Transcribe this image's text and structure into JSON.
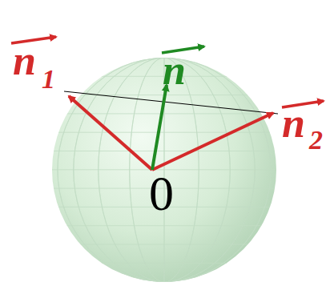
{
  "diagram": {
    "labels": [
      "n",
      "1",
      "n",
      "n",
      "2",
      "0"
    ]
  }
}
